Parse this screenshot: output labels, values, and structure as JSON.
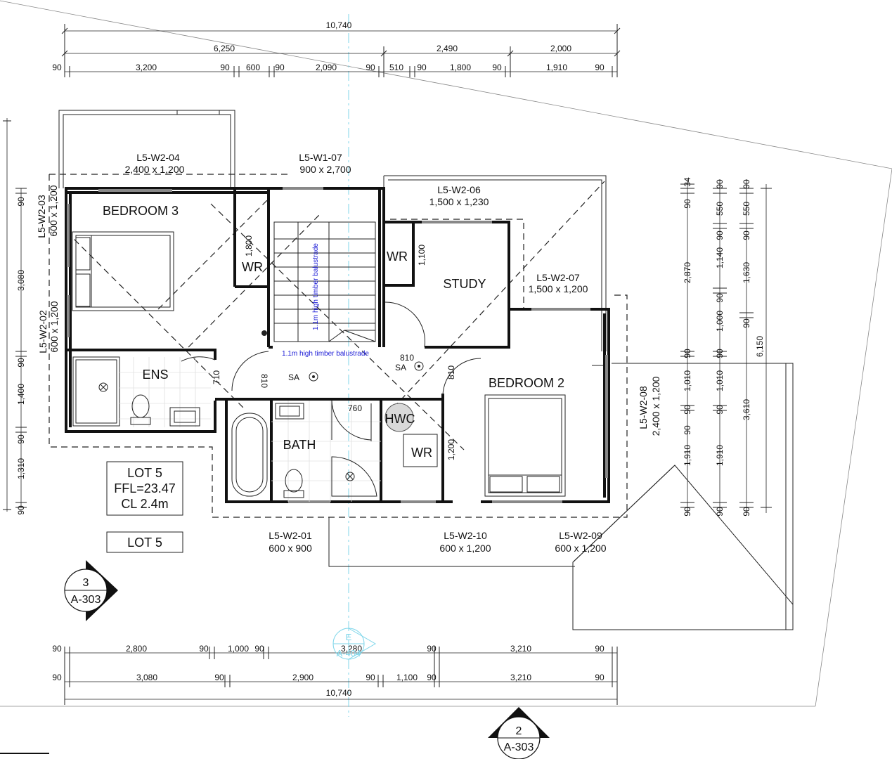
{
  "dimensions_top": {
    "overall": "10,740",
    "segments": [
      "6,250",
      "2,490",
      "2,000"
    ],
    "detail": [
      "90",
      "3,200",
      "90",
      "600",
      "90",
      "2,090",
      "90",
      "510",
      "90",
      "1,800",
      "90",
      "1,910",
      "90"
    ]
  },
  "dimensions_bottom": {
    "row1": [
      "90",
      "2,800",
      "90",
      "1,000",
      "90",
      "3,280",
      "90",
      "3,210",
      "90"
    ],
    "row2": [
      "90",
      "3,080",
      "90",
      "2,900",
      "90",
      "1,100",
      "90",
      "3,210",
      "90"
    ],
    "overall": "10,740"
  },
  "dimensions_left": [
    "90",
    "3,080",
    "90",
    "1,400",
    "90",
    "1,310",
    "90"
  ],
  "dimensions_right": {
    "col1": [
      "34",
      "90",
      "2,870",
      "90",
      "90",
      "1,010",
      "90",
      "1,910",
      "90"
    ],
    "col2": [
      "90",
      "550",
      "90",
      "1,140",
      "90",
      "1,000",
      "90",
      "1,010",
      "90",
      "1,910",
      "90"
    ],
    "col3": [
      "90",
      "550",
      "90",
      "1,630",
      "90",
      "3,610",
      "90"
    ],
    "overall": "6,150"
  },
  "windows": [
    {
      "id": "L5-W2-04",
      "size": "2,400 x 1,200"
    },
    {
      "id": "L5-W1-07",
      "size": "900 x 2,700"
    },
    {
      "id": "L5-W2-06",
      "size": "1,500 x 1,230"
    },
    {
      "id": "L5-W2-07",
      "size": "1,500 x 1,200"
    },
    {
      "id": "L5-W2-03",
      "size": "600 x 1,200"
    },
    {
      "id": "L5-W2-02",
      "size": "600 x 1,200"
    },
    {
      "id": "L5-W2-08",
      "size": "2,400 x 1,200"
    },
    {
      "id": "L5-W2-01",
      "size": "600 x 900"
    },
    {
      "id": "L5-W2-10",
      "size": "600 x 1,200"
    },
    {
      "id": "L5-W2-09",
      "size": "600 x 1,200"
    }
  ],
  "rooms": {
    "bedroom3": "BEDROOM 3",
    "wr1": "WR",
    "wr2": "WR",
    "wr3": "WR",
    "study": "STUDY",
    "ens": "ENS",
    "bath": "BATH",
    "hwc": "HWC",
    "bedroom2": "BEDROOM 2"
  },
  "internal_dims": {
    "wr1": "1,800",
    "wr2": "1,100",
    "ens_door": "710",
    "hall_left": "810",
    "hall_right": "810",
    "bed2_door": "810",
    "bath_door": "760",
    "wr3": "1,200"
  },
  "annotations": {
    "balustrade_stair": "1.1m high timber balustrade",
    "balustrade_landing": "1.1m high timber balustrade",
    "sa": "SA"
  },
  "lot_box": {
    "line1": "LOT 5",
    "line2": "FFL=23.47",
    "line3": "CL 2.4m",
    "label": "LOT 5"
  },
  "section_marks": [
    {
      "number": "3",
      "sheet": "A-303"
    },
    {
      "number": "2",
      "sheet": "A-303"
    }
  ],
  "elevation_mark": {
    "letter": "E",
    "sheet": "A-404"
  }
}
